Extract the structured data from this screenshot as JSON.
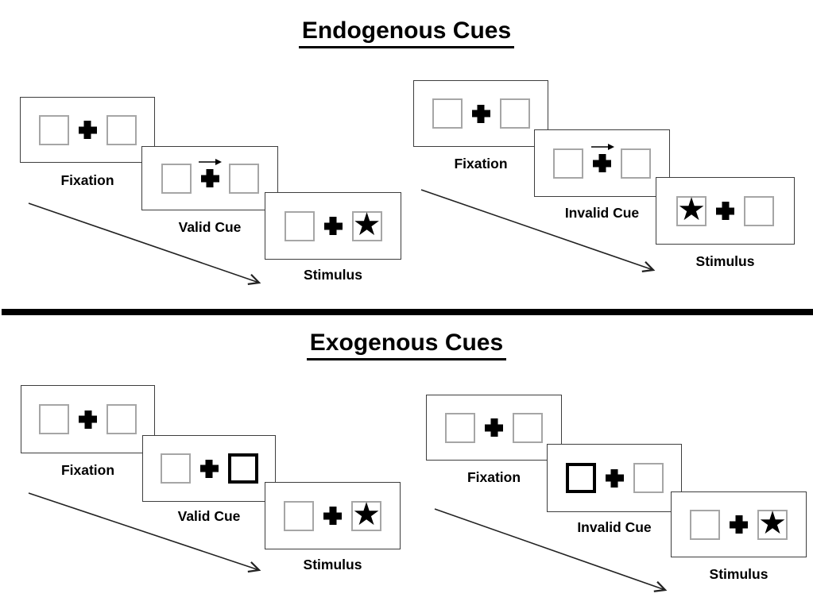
{
  "colors": {
    "background": "#ffffff",
    "ink": "#000000",
    "panel_border": "#3d3d3d",
    "box_border": "#a6a6a6",
    "cue_highlight_border": "#000000"
  },
  "glyphs": {
    "star": "★"
  },
  "sections": [
    {
      "title": "Endogenous Cues",
      "sequences": [
        {
          "name": "valid",
          "cue_style": "central arrow pointing right above fixation cross",
          "star_position": "right",
          "panels": [
            {
              "label": "Fixation"
            },
            {
              "label": "Valid Cue"
            },
            {
              "label": "Stimulus"
            }
          ]
        },
        {
          "name": "invalid",
          "cue_style": "central arrow pointing right above fixation cross",
          "star_position": "left",
          "panels": [
            {
              "label": "Fixation"
            },
            {
              "label": "Invalid Cue"
            },
            {
              "label": "Stimulus"
            }
          ]
        }
      ]
    },
    {
      "title": "Exogenous Cues",
      "sequences": [
        {
          "name": "valid",
          "cue_style": "right box highlighted with thick black border",
          "star_position": "right",
          "panels": [
            {
              "label": "Fixation"
            },
            {
              "label": "Valid Cue"
            },
            {
              "label": "Stimulus"
            }
          ]
        },
        {
          "name": "invalid",
          "cue_style": "left box highlighted with thick black border",
          "star_position": "right",
          "panels": [
            {
              "label": "Fixation"
            },
            {
              "label": "Invalid Cue"
            },
            {
              "label": "Stimulus"
            }
          ]
        }
      ]
    }
  ]
}
